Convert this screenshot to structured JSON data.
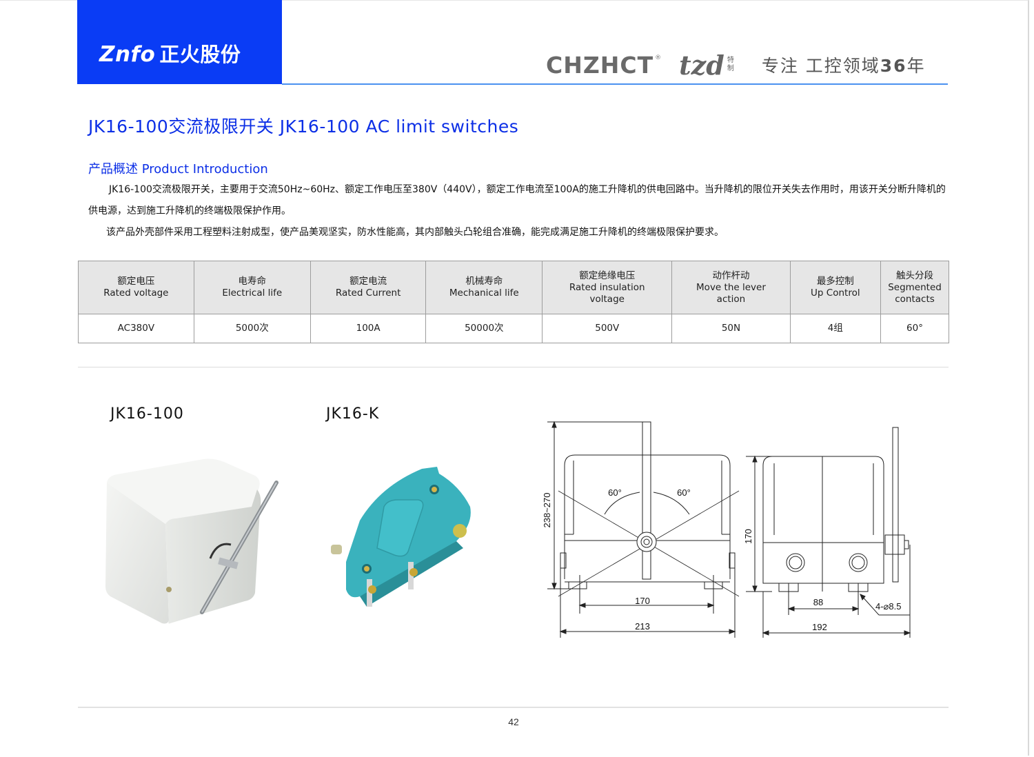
{
  "header": {
    "logo_latin": "Znfo",
    "logo_cn": "正火股份",
    "brand": "CHZHCT",
    "brand_reg": "®",
    "sub_brand": "tzd",
    "sub_brand_tag": [
      "特",
      "制"
    ],
    "slogan_prefix": "专注 工控领域",
    "slogan_years": "36",
    "slogan_suffix": "年",
    "colors": {
      "logo_bg": "#0a3cf5",
      "rule": "#4a90f0",
      "title": "#0c2fe6"
    }
  },
  "title": "JK16-100交流极限开关 JK16-100 AC limit switches",
  "intro": {
    "heading": "产品概述  Product Introduction",
    "paragraphs": [
      "JK16-100交流极限开关，主要用于交流50Hz~60Hz、额定工作电压至380V（440V），额定工作电流至100A的施工升降机的供电回路中。当升降机的限位开关失去作用时，用该开关分断升降机的供电源，达到施工升降机的终端极限保护作用。",
      "该产品外壳部件采用工程塑料注射成型，使产品美观坚实，防水性能高，其内部触头凸轮组合准确，能完成满足施工升降机的终端极限保护要求。"
    ]
  },
  "specs": {
    "headers": [
      {
        "cn": "额定电压",
        "en": "Rated voltage"
      },
      {
        "cn": "电寿命",
        "en": "Electrical life"
      },
      {
        "cn": "额定电流",
        "en": "Rated Current"
      },
      {
        "cn": "机械寿命",
        "en": "Mechanical life"
      },
      {
        "cn": "额定绝缘电压",
        "en": "Rated insulation voltage"
      },
      {
        "cn": "动作杆动",
        "en": "Move the lever action"
      },
      {
        "cn": "最多控制",
        "en": "Up Control"
      },
      {
        "cn": "触头分段",
        "en": "Segmented contacts"
      }
    ],
    "values": [
      "AC380V",
      "5000次",
      "100A",
      "50000次",
      "500V",
      "50N",
      "4组",
      "60°"
    ]
  },
  "products": [
    {
      "label": "JK16-100",
      "image": "white-box-limit-switch-with-lever"
    },
    {
      "label": "JK16-K",
      "image": "teal-contact-block"
    }
  ],
  "drawing": {
    "front": {
      "height_dim": "238~270",
      "angle_left": "60°",
      "angle_right": "60°",
      "inner_width": "170",
      "outer_width": "213"
    },
    "side": {
      "height_dim": "170",
      "hole_spacing": "88",
      "holes": "4-⌀8.5",
      "width": "192"
    }
  },
  "footer": {
    "page_number": "42"
  }
}
